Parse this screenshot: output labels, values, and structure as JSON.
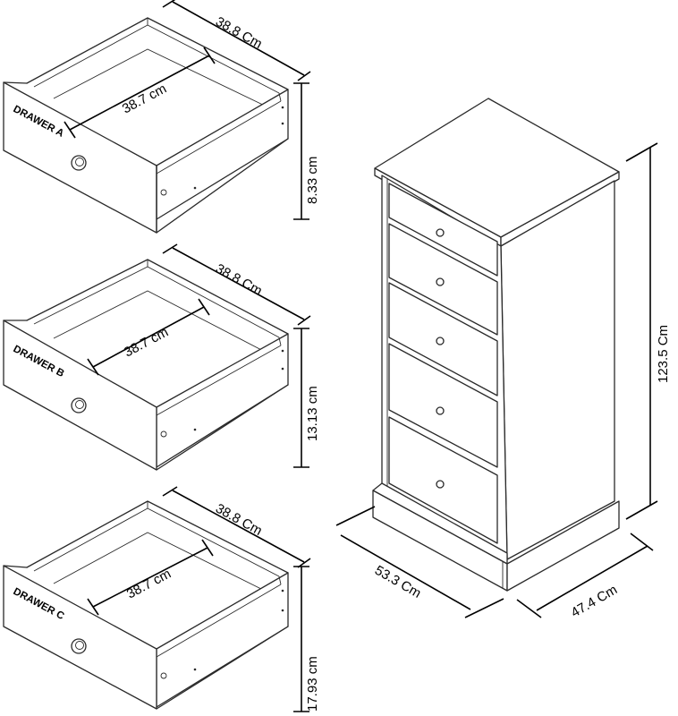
{
  "drawers": [
    {
      "name": "DRAWER A",
      "width": "38.8 Cm",
      "inner": "38.7 cm",
      "height": "8.33 cm"
    },
    {
      "name": "DRAWER B",
      "width": "38.8 Cm",
      "inner": "38.7 cm",
      "height": "13.13 cm"
    },
    {
      "name": "DRAWER C",
      "width": "38.8 Cm",
      "inner": "38.7 cm",
      "height": "17.93 cm"
    }
  ],
  "chest": {
    "height": "123.5 Cm",
    "width": "53.3 Cm",
    "depth": "47.4 Cm"
  }
}
